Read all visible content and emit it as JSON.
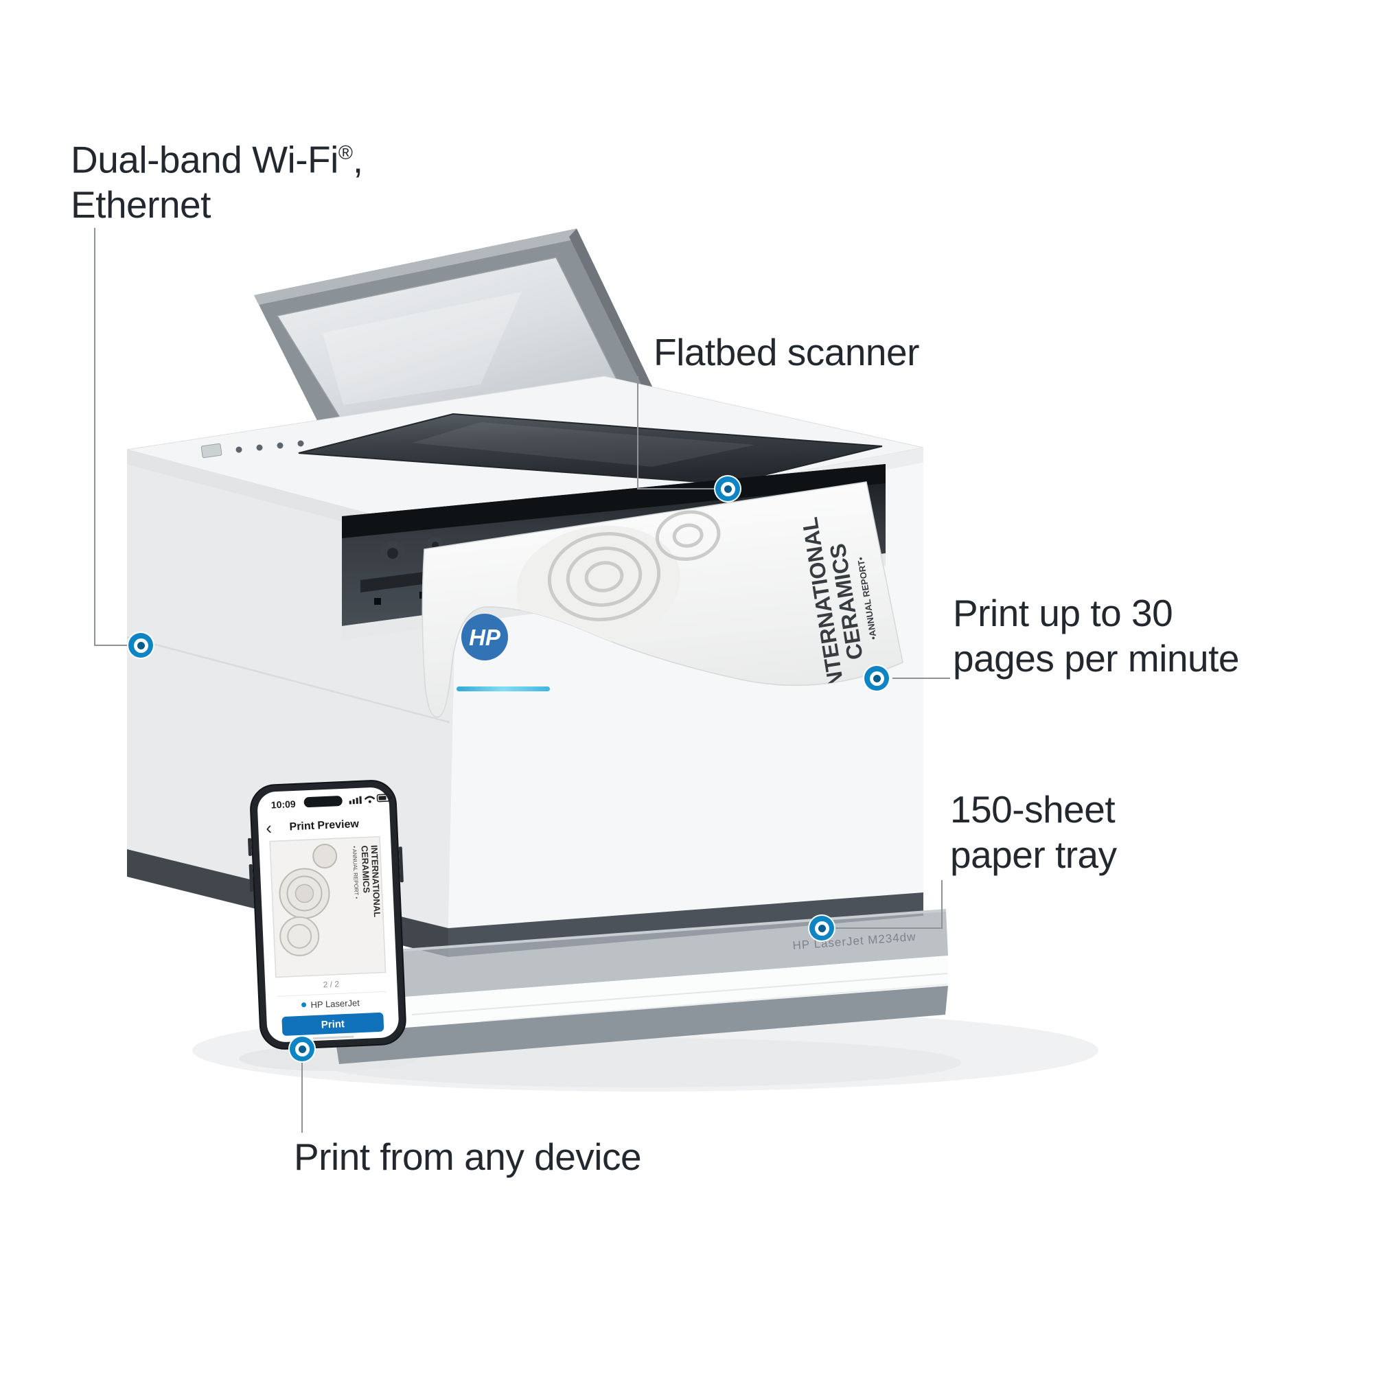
{
  "callouts": {
    "wifi": {
      "line1": "Dual-band Wi-Fi",
      "reg": "®",
      "suffix": ",",
      "line2": "Ethernet"
    },
    "flatbed": {
      "label": "Flatbed scanner"
    },
    "ppm": {
      "line1": "Print up to 30",
      "line2": "pages per minute"
    },
    "tray": {
      "line1": "150-sheet",
      "line2": "paper tray"
    },
    "device": {
      "label": "Print from any device"
    }
  },
  "printer": {
    "logo": "HP",
    "page_text": {
      "line1": "INTERNATIONAL",
      "line2": "CERAMICS",
      "line3": "•ANNUAL REPORT•"
    },
    "tray_label": "HP LaserJet M234dw"
  },
  "phone": {
    "time": "10:09",
    "back": "‹",
    "title": "Print Preview",
    "doc_line1": "INTERNATIONAL",
    "doc_line2": "CERAMICS",
    "doc_line3": "• ANNUAL REPORT •",
    "pages": "2 / 2",
    "printer_name": "HP LaserJet",
    "button": "Print"
  },
  "colors": {
    "label_text": "#23282e",
    "connector_gray": "#8f9397",
    "callout_dot_blue": "#0d84c4",
    "callout_dot_center": "#085d8f",
    "hp_logo_blue": "#3173b5",
    "led_cyan": "#45c6ec",
    "print_button_blue": "#0f72ba"
  }
}
